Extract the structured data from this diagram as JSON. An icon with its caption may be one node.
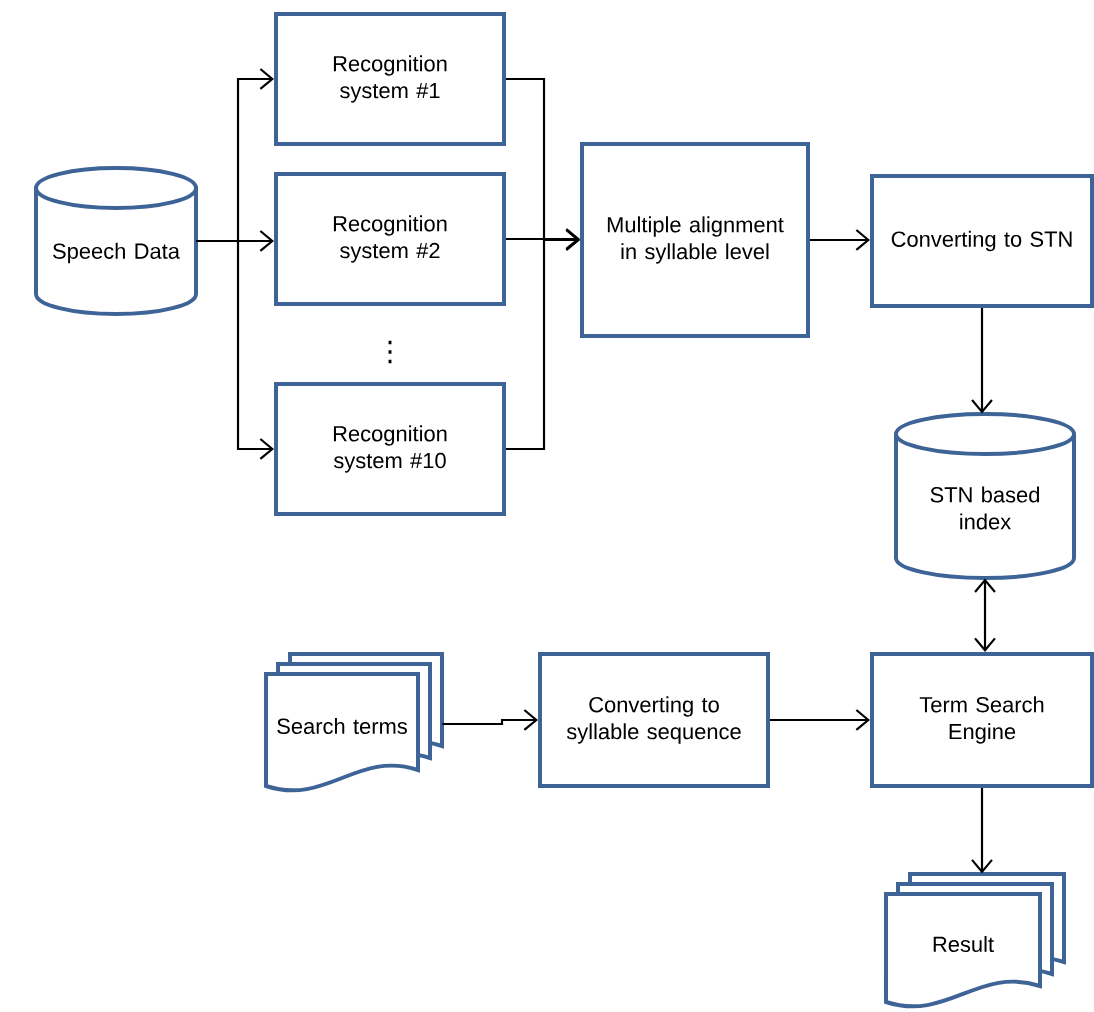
{
  "diagram": {
    "nodes": [
      {
        "text": [
          "Speech Data"
        ]
      },
      {
        "text": [
          "Recognition system #1"
        ]
      },
      {
        "text": [
          "Recognition system #2"
        ]
      },
      {
        "text": [
          "Recognition system #10"
        ]
      },
      {
        "text": [
          "Multiple alignment in syllable level"
        ]
      },
      {
        "text": [
          "Converting to STN"
        ]
      },
      {
        "text": [
          "STN based index"
        ]
      },
      {
        "text": [
          "Search terms"
        ]
      },
      {
        "text": [
          "Converting to syllable sequence"
        ]
      },
      {
        "text": [
          "Term Search Engine"
        ]
      },
      {
        "text": [
          "Result"
        ]
      }
    ],
    "edges": [
      {
        "from": 0,
        "to": 1,
        "arrow": "to"
      },
      {
        "from": 0,
        "to": 2,
        "arrow": "to"
      },
      {
        "from": 0,
        "to": 3,
        "arrow": "to"
      },
      {
        "from": 1,
        "to": 4,
        "arrow": "to"
      },
      {
        "from": 2,
        "to": 4,
        "arrow": "to"
      },
      {
        "from": 3,
        "to": 4,
        "arrow": "to"
      },
      {
        "from": 4,
        "to": 5,
        "arrow": "to"
      },
      {
        "from": 5,
        "to": 6,
        "arrow": "to"
      },
      {
        "from": 6,
        "to": 9,
        "arrow": "both"
      },
      {
        "from": 7,
        "to": 8,
        "arrow": "to"
      },
      {
        "from": 8,
        "to": 9,
        "arrow": "to"
      },
      {
        "from": 9,
        "to": 10,
        "arrow": "to"
      }
    ],
    "labels": [
      "⋮"
    ]
  }
}
